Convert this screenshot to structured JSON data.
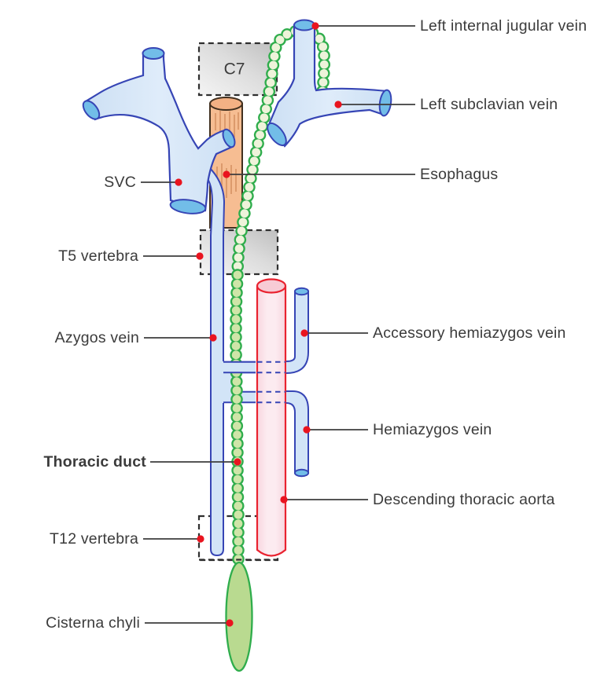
{
  "diagram": {
    "subject": "Thoracic duct and azygos venous system",
    "vertebra_boxes": {
      "c7_label": "C7"
    },
    "annotations": [
      {
        "id": "left-internal-jugular-vein",
        "text": "Left internal jugular vein",
        "side": "right"
      },
      {
        "id": "left-subclavian-vein",
        "text": "Left subclavian vein",
        "side": "right"
      },
      {
        "id": "esophagus",
        "text": "Esophagus",
        "side": "right"
      },
      {
        "id": "svc",
        "text": "SVC",
        "side": "left"
      },
      {
        "id": "t5-vertebra",
        "text": "T5 vertebra",
        "side": "left"
      },
      {
        "id": "azygos-vein",
        "text": "Azygos vein",
        "side": "left"
      },
      {
        "id": "accessory-hemiazygos-vein",
        "text": "Accessory hemiazygos vein",
        "side": "right"
      },
      {
        "id": "hemiazygos-vein",
        "text": "Hemiazygos vein",
        "side": "right"
      },
      {
        "id": "thoracic-duct",
        "text": "Thoracic duct",
        "side": "left",
        "bold": true
      },
      {
        "id": "descending-thoracic-aorta",
        "text": "Descending thoracic aorta",
        "side": "right"
      },
      {
        "id": "t12-vertebra",
        "text": "T12 vertebra",
        "side": "left"
      },
      {
        "id": "cisterna-chyli",
        "text": "Cisterna chyli",
        "side": "left"
      }
    ],
    "colors": {
      "vein_outline": "#3645b5",
      "vein_fill": "#d6e6f8",
      "cut_end_fill": "#72bde8",
      "esophagus_fill": "#f6bd92",
      "aorta_red": "#e92330",
      "aorta_fill": "#fcebf0",
      "duct_green": "#2fad4c",
      "duct_bead_fill_upper": "#eef3da",
      "duct_bead_fill_lower": "#cfe5a8",
      "cisterna_fill": "#b9da90",
      "marker_dot": "#e9141f",
      "box_dash": "#2f2f2f",
      "label_text": "#3b3b3b"
    }
  }
}
